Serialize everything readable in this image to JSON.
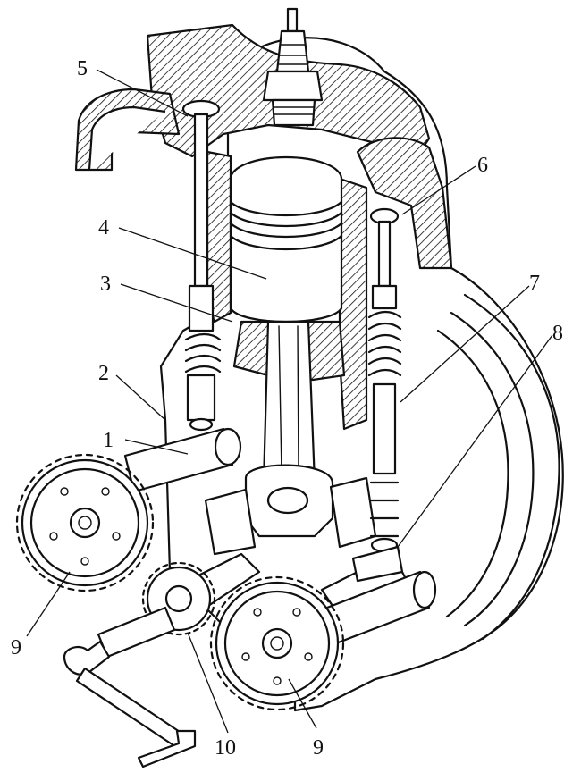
{
  "colors": {
    "ink": "#111111",
    "paper": "#ffffff"
  },
  "callouts": [
    {
      "id": "1",
      "text": "1"
    },
    {
      "id": "2",
      "text": "2"
    },
    {
      "id": "3",
      "text": "3"
    },
    {
      "id": "4",
      "text": "4"
    },
    {
      "id": "5",
      "text": "5"
    },
    {
      "id": "6",
      "text": "6"
    },
    {
      "id": "7",
      "text": "7"
    },
    {
      "id": "8",
      "text": "8"
    },
    {
      "id": "9a",
      "text": "9"
    },
    {
      "id": "9b",
      "text": "9"
    },
    {
      "id": "10",
      "text": "10"
    }
  ]
}
